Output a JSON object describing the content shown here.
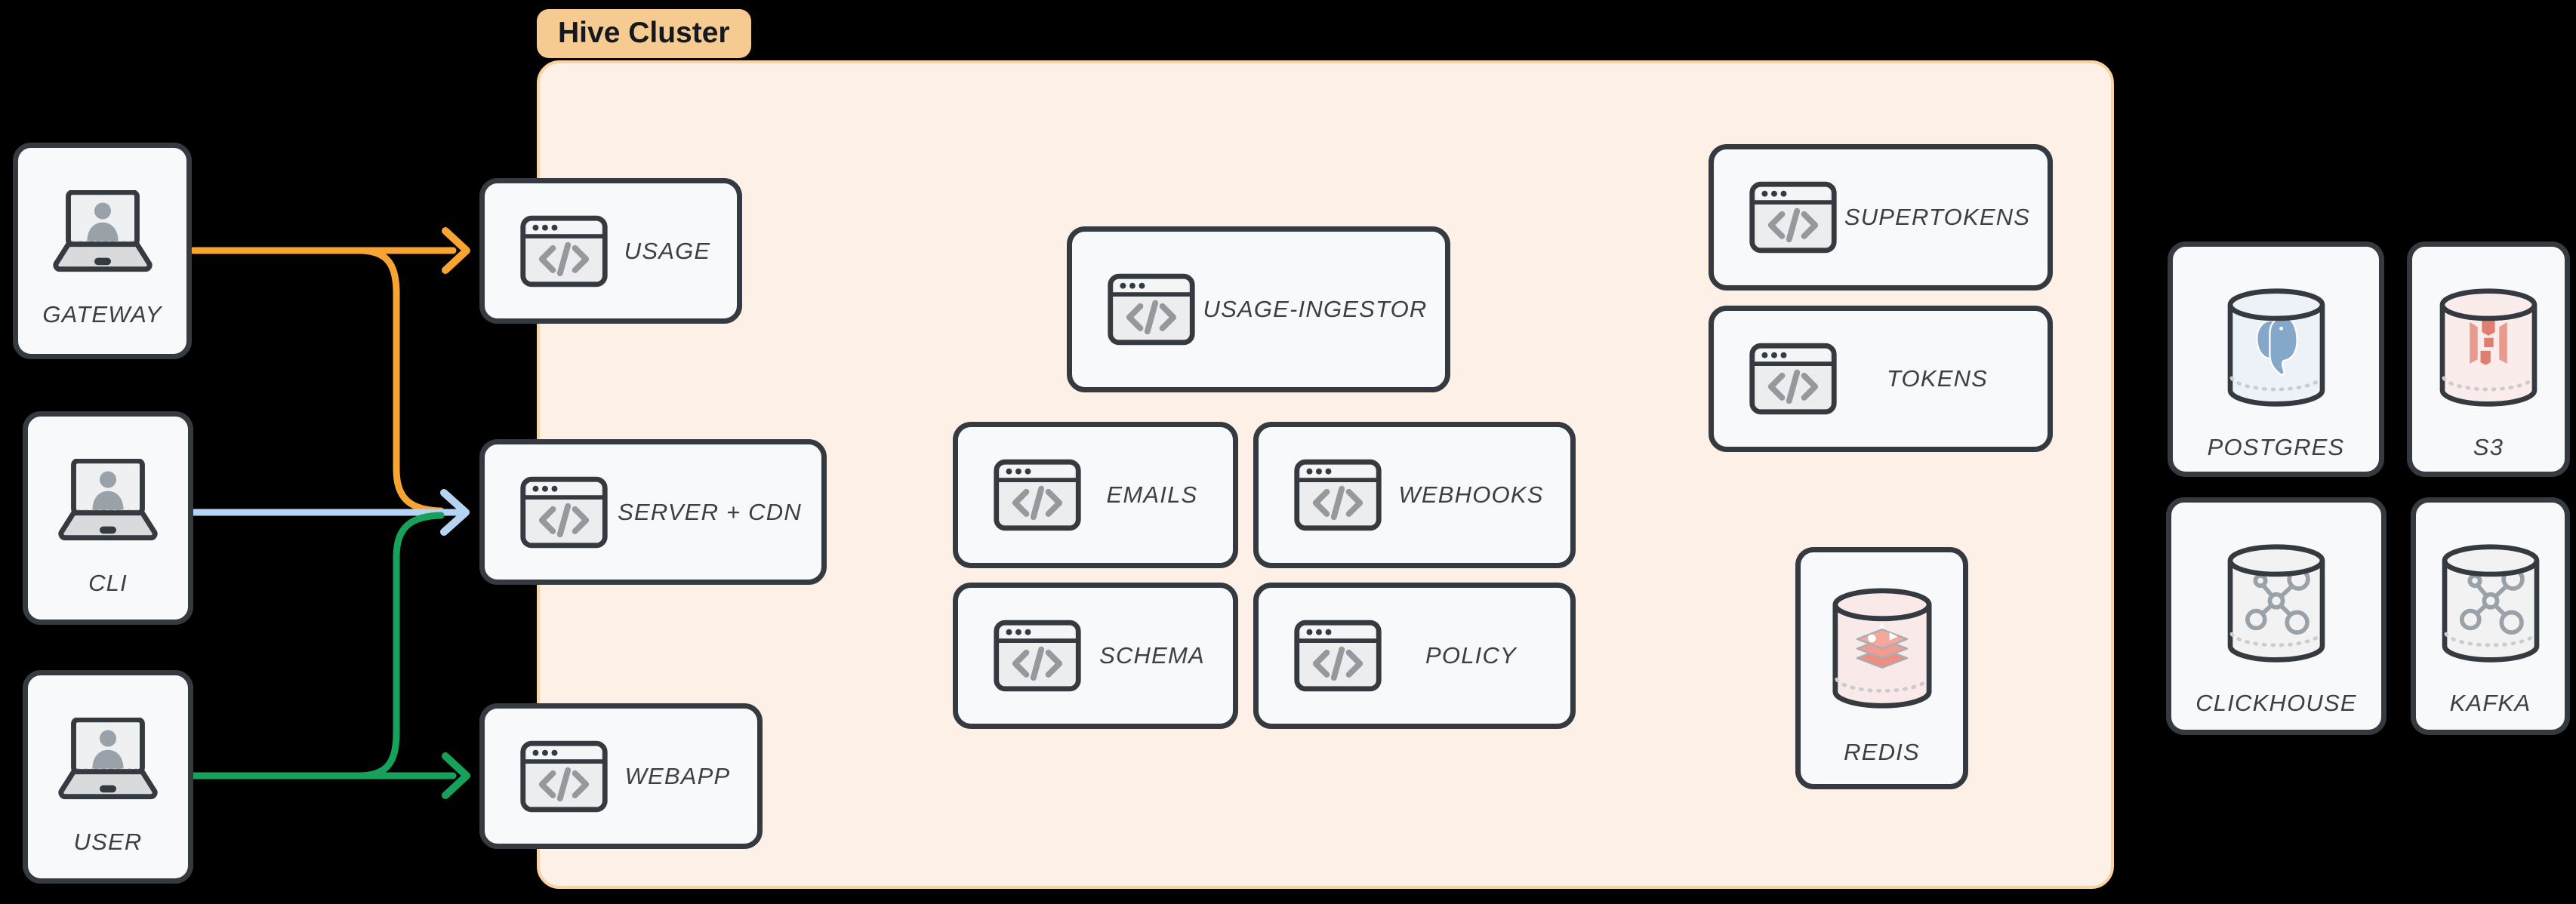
{
  "cluster": {
    "label": "Hive Cluster"
  },
  "actors": [
    {
      "label": "GATEWAY"
    },
    {
      "label": "CLI"
    },
    {
      "label": "USER"
    }
  ],
  "services": [
    {
      "label": "USAGE"
    },
    {
      "label": "SERVER + CDN"
    },
    {
      "label": "WEBAPP"
    },
    {
      "label": "USAGE-INGESTOR"
    },
    {
      "label": "EMAILS"
    },
    {
      "label": "WEBHOOKS"
    },
    {
      "label": "SCHEMA"
    },
    {
      "label": "POLICY"
    },
    {
      "label": "SUPERTOKENS"
    },
    {
      "label": "TOKENS"
    }
  ],
  "cache": {
    "label": "REDIS",
    "tint": "#f9e9e8"
  },
  "databases": [
    {
      "label": "POSTGRES",
      "tint": "#edf2f9"
    },
    {
      "label": "S3",
      "tint": "#f9eceb"
    },
    {
      "label": "CLICKHOUSE",
      "tint": "#f2f2f2"
    },
    {
      "label": "KAFKA",
      "tint": "#f2f2f2"
    }
  ],
  "edges": [
    {
      "from": "GATEWAY",
      "to": "USAGE",
      "color": "orange"
    },
    {
      "from": "GATEWAY",
      "to": "SERVER + CDN",
      "color": "orange"
    },
    {
      "from": "CLI",
      "to": "SERVER + CDN",
      "color": "blue"
    },
    {
      "from": "USER",
      "to": "SERVER + CDN",
      "color": "green"
    },
    {
      "from": "USER",
      "to": "WEBAPP",
      "color": "green"
    }
  ],
  "colors": {
    "orange": "#f7a432",
    "blue": "#b5d4f4",
    "green": "#17a25b",
    "cluster_fill": "#fdf1e7",
    "cluster_border": "#f9d2a2",
    "pill_fill": "#f6cb92",
    "node_fill": "#f8f9fa",
    "node_border": "#343a40"
  }
}
